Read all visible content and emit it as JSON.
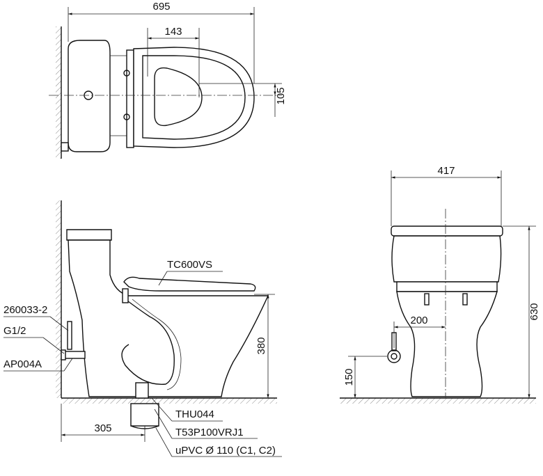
{
  "top_view": {
    "dim_overall_length": "695",
    "dim_inner_offset": "143",
    "dim_center_offset": "105"
  },
  "side_view": {
    "seat_label": "TC600VS",
    "part_supply_hose": "260033-2",
    "part_thread": "G1/2",
    "part_angle_valve": "AP004A",
    "part_flange": "THU044",
    "part_outlet": "T53P100VRJ1",
    "part_drain_pipe": "uPVC Ø 110 (C1, C2)",
    "dim_seat_height": "380",
    "dim_rough_in": "305"
  },
  "front_view": {
    "dim_width": "417",
    "dim_height": "630",
    "dim_valve_offset": "200",
    "dim_valve_height": "150"
  }
}
